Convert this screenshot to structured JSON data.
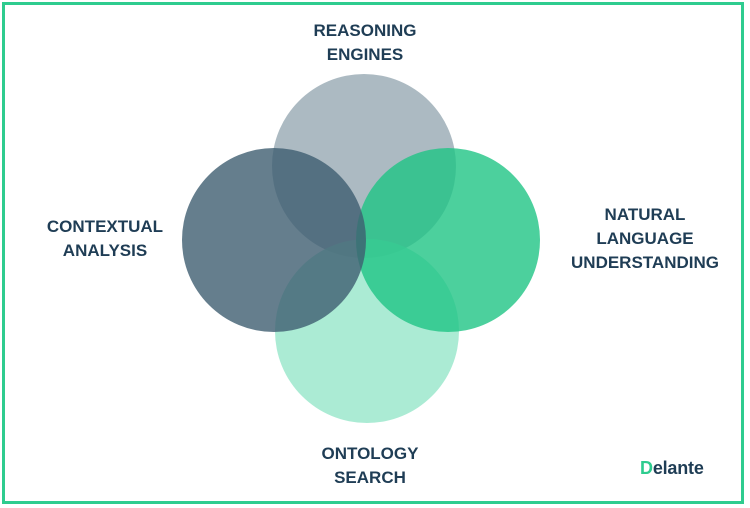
{
  "diagram": {
    "type": "venn",
    "labels": {
      "top": [
        "REASONING",
        "ENGINES"
      ],
      "left": [
        "CONTEXTUAL",
        "ANALYSIS"
      ],
      "right": [
        "NATURAL",
        "LANGUAGE",
        "UNDERSTANDING"
      ],
      "bottom": [
        "ONTOLOGY",
        "SEARCH"
      ]
    },
    "colors": {
      "frame": "#2ecc8f",
      "text": "#1f3d55",
      "top_circle": "#9aabb5",
      "left_circle": "#3e5e70",
      "right_circle": "#1fc484",
      "bottom_circle": "#96e6c9"
    }
  },
  "logo": {
    "first_letter": "D",
    "rest": "elante"
  }
}
